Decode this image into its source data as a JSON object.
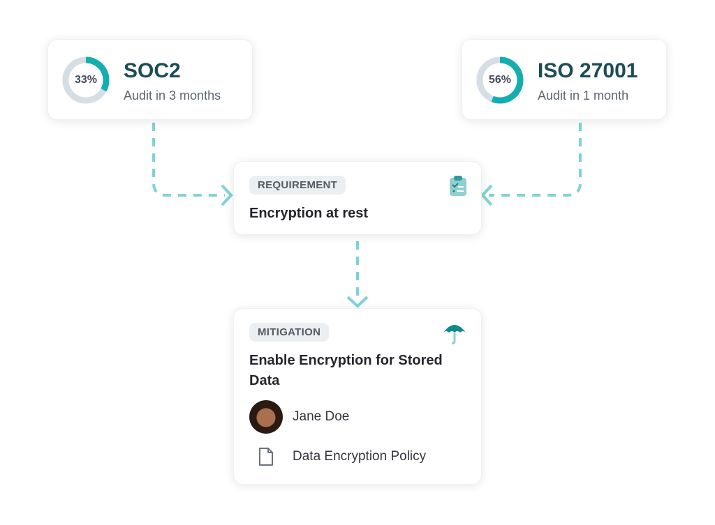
{
  "frameworks": [
    {
      "name": "SOC2",
      "progress_label": "33%",
      "progress": 0.33,
      "subtitle": "Audit in 3 months"
    },
    {
      "name": "ISO 27001",
      "progress_label": "56%",
      "progress": 0.56,
      "subtitle": "Audit in 1 month"
    }
  ],
  "requirement": {
    "badge": "REQUIREMENT",
    "title": "Encryption at rest",
    "icon": "clipboard-check-icon"
  },
  "mitigation": {
    "badge": "MITIGATION",
    "title": "Enable Encryption for Stored Data",
    "icon": "umbrella-icon",
    "owner": "Jane Doe",
    "policy": "Data Encryption Policy"
  },
  "colors": {
    "accent": "#14aeb0",
    "connector": "#7fd3d6",
    "title": "#1c4d54"
  }
}
